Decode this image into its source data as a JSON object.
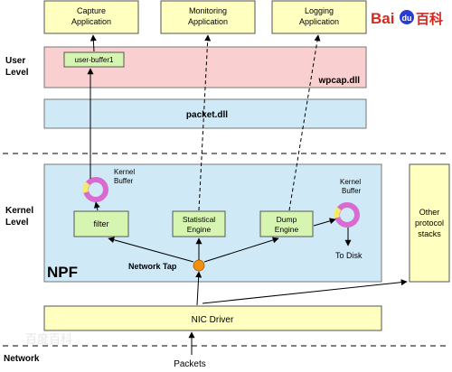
{
  "levels": {
    "user": [
      "User",
      "Level"
    ],
    "kernel": [
      "Kernel",
      "Level"
    ],
    "network": "Network"
  },
  "apps": {
    "capture": [
      "Capture",
      "Application"
    ],
    "monitoring": [
      "Monitoring",
      "Application"
    ],
    "logging": [
      "Logging",
      "Application"
    ]
  },
  "logo": {
    "text": "Baidu 百科",
    "color_red": "#d6281c",
    "color_blue": "#2a3cd6"
  },
  "wpcap": {
    "label": "wpcap.dll",
    "buffer_label": "user-buffer1"
  },
  "packet": {
    "label": "packet.dll"
  },
  "npf": {
    "label": "NPF",
    "kernel_buffer_left": [
      "Kernel",
      "Buffer"
    ],
    "kernel_buffer_right": [
      "Kernel",
      "Buffer"
    ],
    "filter": "filter",
    "statistical": [
      "Statistical",
      "Engine"
    ],
    "dump": [
      "Dump",
      "Engine"
    ],
    "network_tap": "Network Tap",
    "to_disk": "To Disk"
  },
  "other_stacks": [
    "Other",
    "protocol",
    "stacks"
  ],
  "nic": {
    "label": "NIC Driver"
  },
  "packets": "Packets",
  "watermark": "百度百科",
  "colors": {
    "user_area": "#f9cfcf",
    "packet_area": "#cfe9f7",
    "npf_area": "#cfe9f7",
    "engine_box": "#d6f5b0",
    "yellow_box": "#ffffbf",
    "buffer_ring": "#d96ad0",
    "tap": "#f0900e"
  }
}
